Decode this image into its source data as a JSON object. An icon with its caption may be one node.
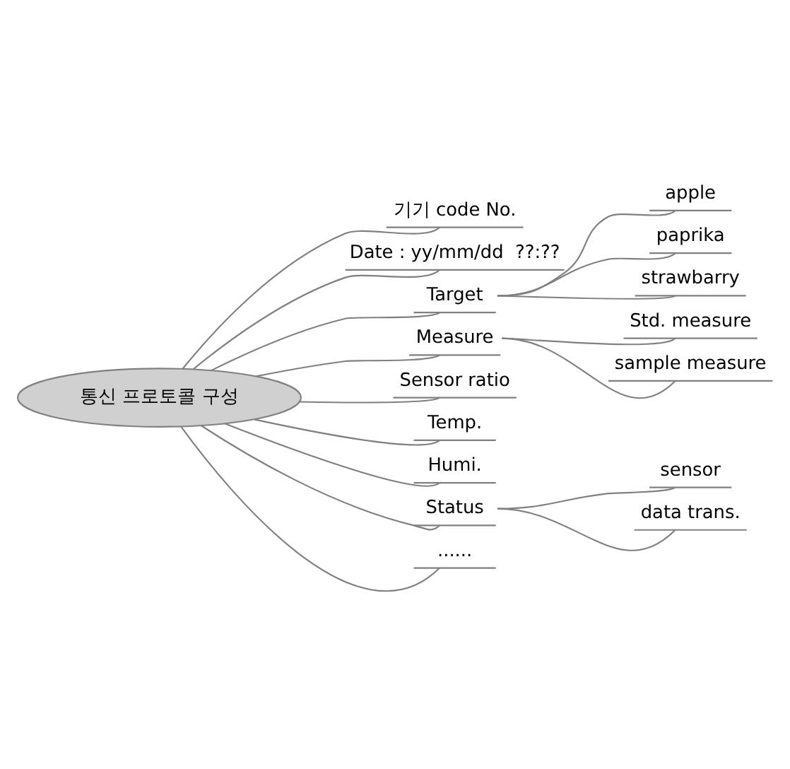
{
  "diagram": {
    "nodes": [
      {
        "text": [
          "통신 프로토콜 구성"
        ]
      },
      {
        "text": [
          "기기 code No."
        ]
      },
      {
        "text": [
          "Date : yy/mm/dd  ??:??"
        ]
      },
      {
        "text": [
          "Target"
        ]
      },
      {
        "text": [
          "apple"
        ]
      },
      {
        "text": [
          "paprika"
        ]
      },
      {
        "text": [
          "strawbarry"
        ]
      },
      {
        "text": [
          "Measure"
        ]
      },
      {
        "text": [
          "Std. measure"
        ]
      },
      {
        "text": [
          "sample measure"
        ]
      },
      {
        "text": [
          "Sensor ratio"
        ]
      },
      {
        "text": [
          "Temp."
        ]
      },
      {
        "text": [
          "Humi."
        ]
      },
      {
        "text": [
          "Status"
        ]
      },
      {
        "text": [
          "sensor"
        ]
      },
      {
        "text": [
          "data trans."
        ]
      },
      {
        "text": [
          "......"
        ]
      }
    ],
    "edges": [
      {
        "from": 0,
        "to": 1,
        "arrow": "none"
      },
      {
        "from": 0,
        "to": 2,
        "arrow": "none"
      },
      {
        "from": 0,
        "to": 3,
        "arrow": "none"
      },
      {
        "from": 3,
        "to": 4,
        "arrow": "none"
      },
      {
        "from": 3,
        "to": 5,
        "arrow": "none"
      },
      {
        "from": 3,
        "to": 6,
        "arrow": "none"
      },
      {
        "from": 0,
        "to": 7,
        "arrow": "none"
      },
      {
        "from": 7,
        "to": 8,
        "arrow": "none"
      },
      {
        "from": 7,
        "to": 9,
        "arrow": "none"
      },
      {
        "from": 0,
        "to": 10,
        "arrow": "none"
      },
      {
        "from": 0,
        "to": 11,
        "arrow": "none"
      },
      {
        "from": 0,
        "to": 12,
        "arrow": "none"
      },
      {
        "from": 0,
        "to": 13,
        "arrow": "none"
      },
      {
        "from": 13,
        "to": 14,
        "arrow": "none"
      },
      {
        "from": 13,
        "to": 15,
        "arrow": "none"
      },
      {
        "from": 0,
        "to": 16,
        "arrow": "none"
      }
    ]
  }
}
